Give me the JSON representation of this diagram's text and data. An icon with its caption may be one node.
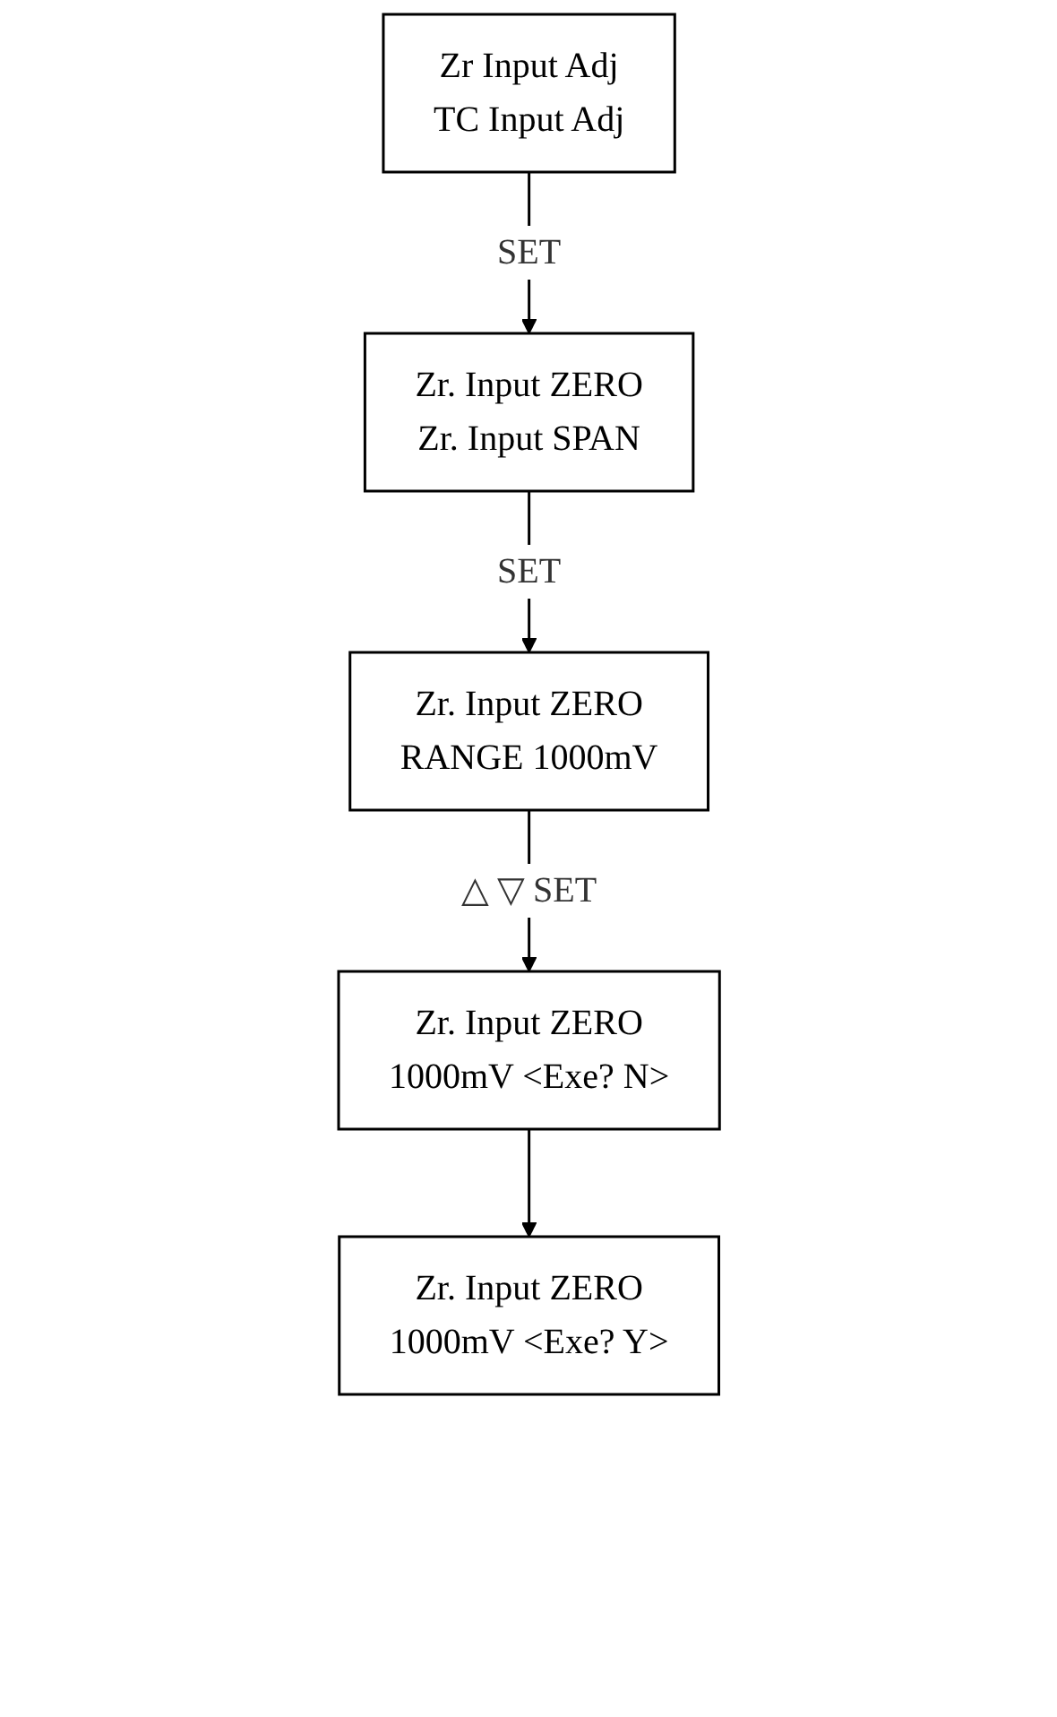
{
  "diagram": {
    "nodes": [
      {
        "text": [
          "Zr Input Adj",
          "TC Input Adj"
        ]
      },
      {
        "text": [
          "Zr. Input ZERO",
          "Zr. Input SPAN"
        ]
      },
      {
        "text": [
          "Zr. Input ZERO",
          "RANGE 1000mV"
        ]
      },
      {
        "text": [
          "Zr. Input ZERO",
          "1000mV <Exe? N>"
        ]
      },
      {
        "text": [
          "Zr. Input ZERO",
          "1000mV <Exe? Y>"
        ]
      }
    ],
    "edges": [
      {
        "from": 0,
        "to": 1,
        "arrow": "to",
        "label": "SET"
      },
      {
        "from": 1,
        "to": 2,
        "arrow": "to",
        "label": "SET"
      },
      {
        "from": 2,
        "to": 3,
        "arrow": "to",
        "label": "△ ▽ SET"
      },
      {
        "from": 3,
        "to": 4,
        "arrow": "to"
      }
    ]
  }
}
